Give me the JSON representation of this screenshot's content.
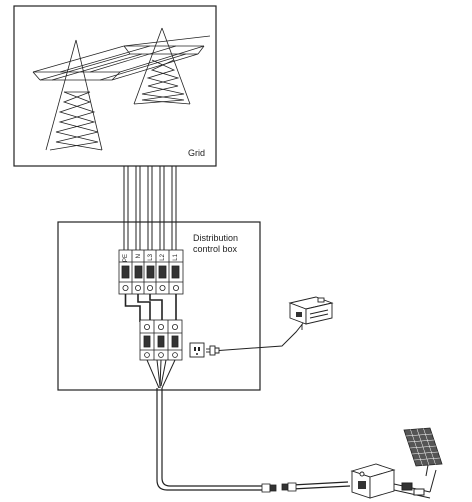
{
  "grid": {
    "label": "Grid"
  },
  "distribution_box": {
    "label_line1": "Distribution",
    "label_line2": "control box",
    "breaker_labels": [
      "PE",
      "N",
      "L3",
      "L2",
      "L1"
    ]
  },
  "colors": {
    "stroke": "#222222",
    "fill": "#ffffff",
    "dark": "#333333"
  }
}
